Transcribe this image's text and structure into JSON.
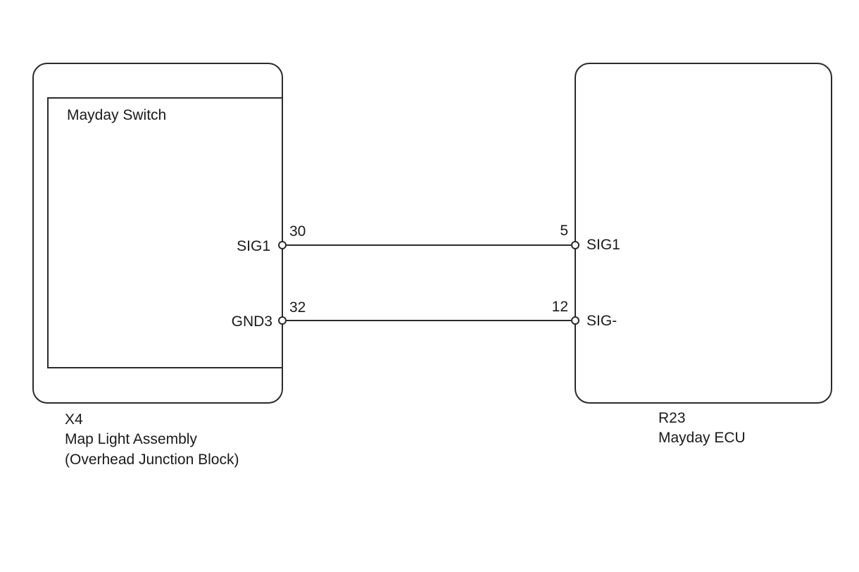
{
  "left_component": {
    "inner_label": "Mayday Switch",
    "connector_id": "X4",
    "name": "Map Light Assembly",
    "sub_name": "(Overhead Junction Block)",
    "pins": [
      {
        "signal": "SIG1",
        "number": "30"
      },
      {
        "signal": "GND3",
        "number": "32"
      }
    ]
  },
  "right_component": {
    "connector_id": "R23",
    "name": "Mayday ECU",
    "pins": [
      {
        "signal": "SIG1",
        "number": "5"
      },
      {
        "signal": "SIG-",
        "number": "12"
      }
    ]
  }
}
